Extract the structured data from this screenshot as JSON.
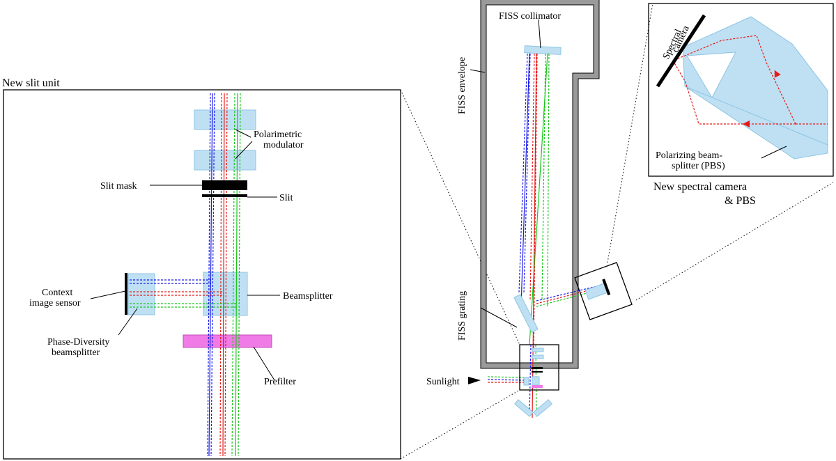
{
  "left_panel": {
    "title": "New slit unit",
    "labels": {
      "polarimetric_modulator_line1": "Polarimetric",
      "polarimetric_modulator_line2": "modulator",
      "slit_mask": "Slit mask",
      "slit": "Slit",
      "context_sensor_line1": "Context",
      "context_sensor_line2": "image sensor",
      "beamsplitter": "Beamsplitter",
      "phase_diversity_line1": "Phase-Diversity",
      "phase_diversity_line2": "beamsplitter",
      "prefilter": "Prefilter"
    }
  },
  "center_panel": {
    "labels": {
      "collimator": "FISS collimator",
      "envelope": "FISS envelope",
      "grating": "FISS grating",
      "sunlight": "Sunlight"
    }
  },
  "right_panel": {
    "labels": {
      "spectral_camera_line1": "Spectral",
      "spectral_camera_line2": "camera",
      "pbs_line1": "Polarizing beam-",
      "pbs_line2": "splitter (PBS)",
      "caption_line1": "New spectral camera",
      "caption_line2": "& PBS"
    }
  },
  "colors": {
    "optic_fill": "#bfe0f3",
    "prefilter": "#f07ae6",
    "ray_blue": "#1a1ae6",
    "ray_red": "#e61a1a",
    "ray_green": "#19c619",
    "envelope_gray": "#9a9a9a"
  }
}
